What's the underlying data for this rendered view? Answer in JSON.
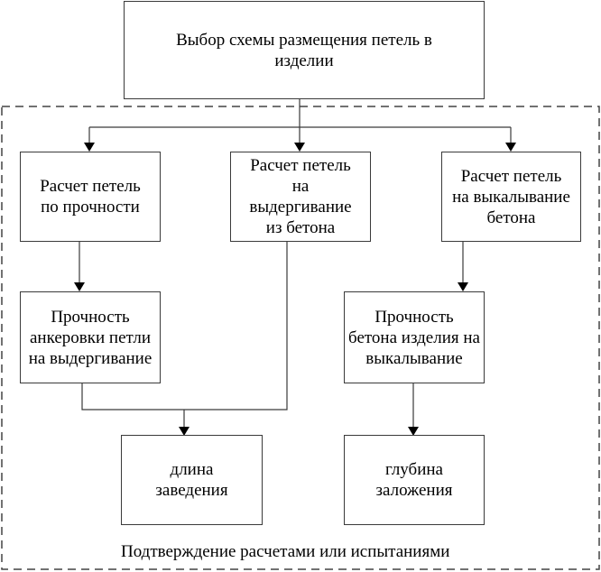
{
  "diagram": {
    "top": {
      "id": "choose-scheme",
      "text": "Выбор схемы размещения петель в изделии"
    },
    "calc_strength": {
      "id": "calc-strength",
      "text": "Расчет петель по прочности"
    },
    "calc_pullout": {
      "id": "calc-pullout",
      "text": "Расчет петель на выдергивание из бетона"
    },
    "calc_spalling": {
      "id": "calc-spalling",
      "text": "Расчет петель на выкалывание бетона"
    },
    "anchor_strength": {
      "id": "anchor-strength",
      "text": "Прочность анкеровки петли на выдергивание"
    },
    "concrete_strength": {
      "id": "concrete-strength",
      "text": "Прочность бетона изделия на выкалывание"
    },
    "embed_length": {
      "id": "embed-length",
      "text": "длина заведения"
    },
    "embed_depth": {
      "id": "embed-depth",
      "text": "глубина заложения"
    },
    "group_caption": "Подтверждение расчетами или испытаниями",
    "edges": [
      {
        "from": "choose-scheme",
        "to": "calc-strength"
      },
      {
        "from": "choose-scheme",
        "to": "calc-pullout"
      },
      {
        "from": "choose-scheme",
        "to": "calc-spalling"
      },
      {
        "from": "calc-strength",
        "to": "anchor-strength"
      },
      {
        "from": "anchor-strength",
        "to": "embed-length"
      },
      {
        "from": "calc-pullout",
        "to": "embed-length"
      },
      {
        "from": "calc-spalling",
        "to": "concrete-strength"
      },
      {
        "from": "concrete-strength",
        "to": "embed-depth"
      }
    ]
  }
}
